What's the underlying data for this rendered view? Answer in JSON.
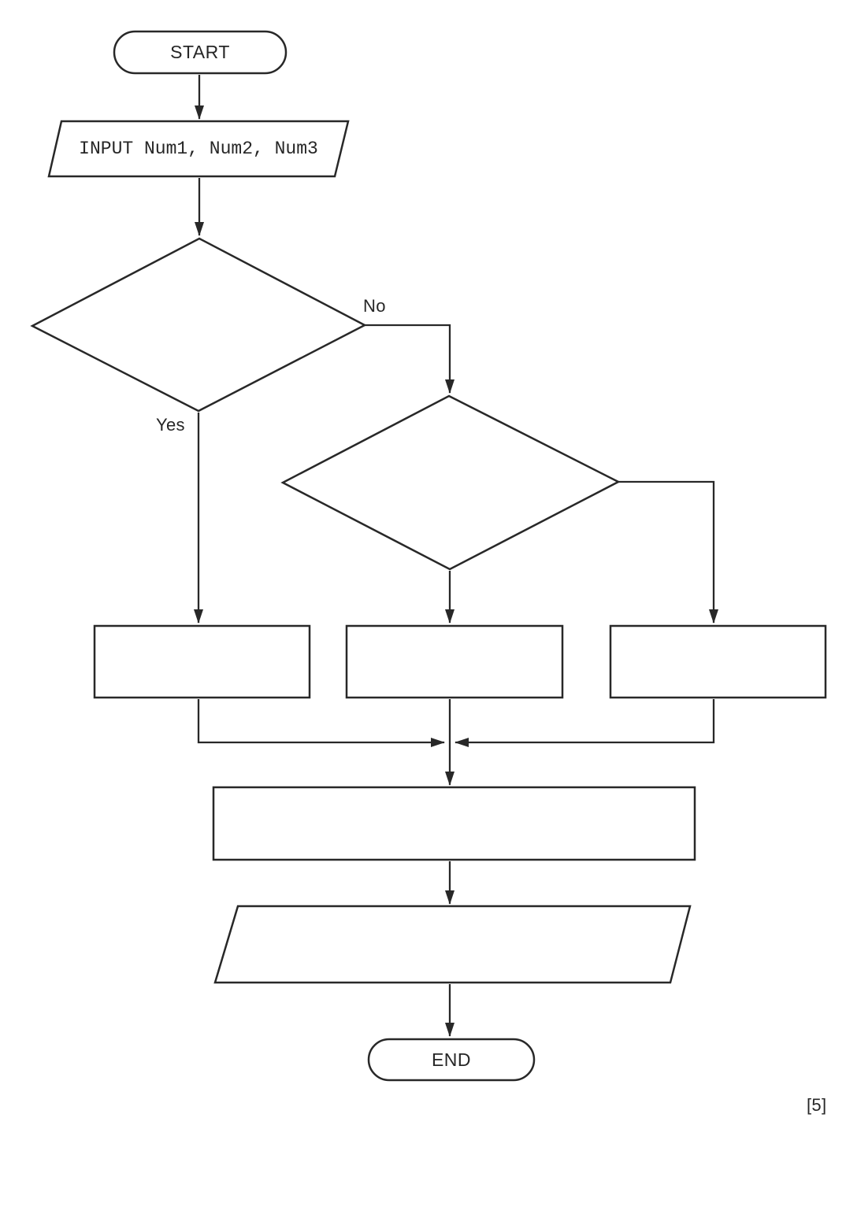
{
  "page": {
    "background_color": "#ffffff",
    "ink_color": "#282828",
    "marks_label": "[5]"
  },
  "flowchart": {
    "start": {
      "type": "terminator",
      "label": "START"
    },
    "input": {
      "type": "input-output",
      "label": "INPUT Num1, Num2, Num3"
    },
    "decision1": {
      "type": "decision",
      "label": "",
      "yes_label": "Yes",
      "no_label": "No"
    },
    "decision2": {
      "type": "decision",
      "label": ""
    },
    "process_left": {
      "type": "process",
      "label": ""
    },
    "process_middle": {
      "type": "process",
      "label": ""
    },
    "process_right": {
      "type": "process",
      "label": ""
    },
    "process_wide": {
      "type": "process",
      "label": ""
    },
    "output": {
      "type": "input-output",
      "label": ""
    },
    "end": {
      "type": "terminator",
      "label": "END"
    }
  }
}
